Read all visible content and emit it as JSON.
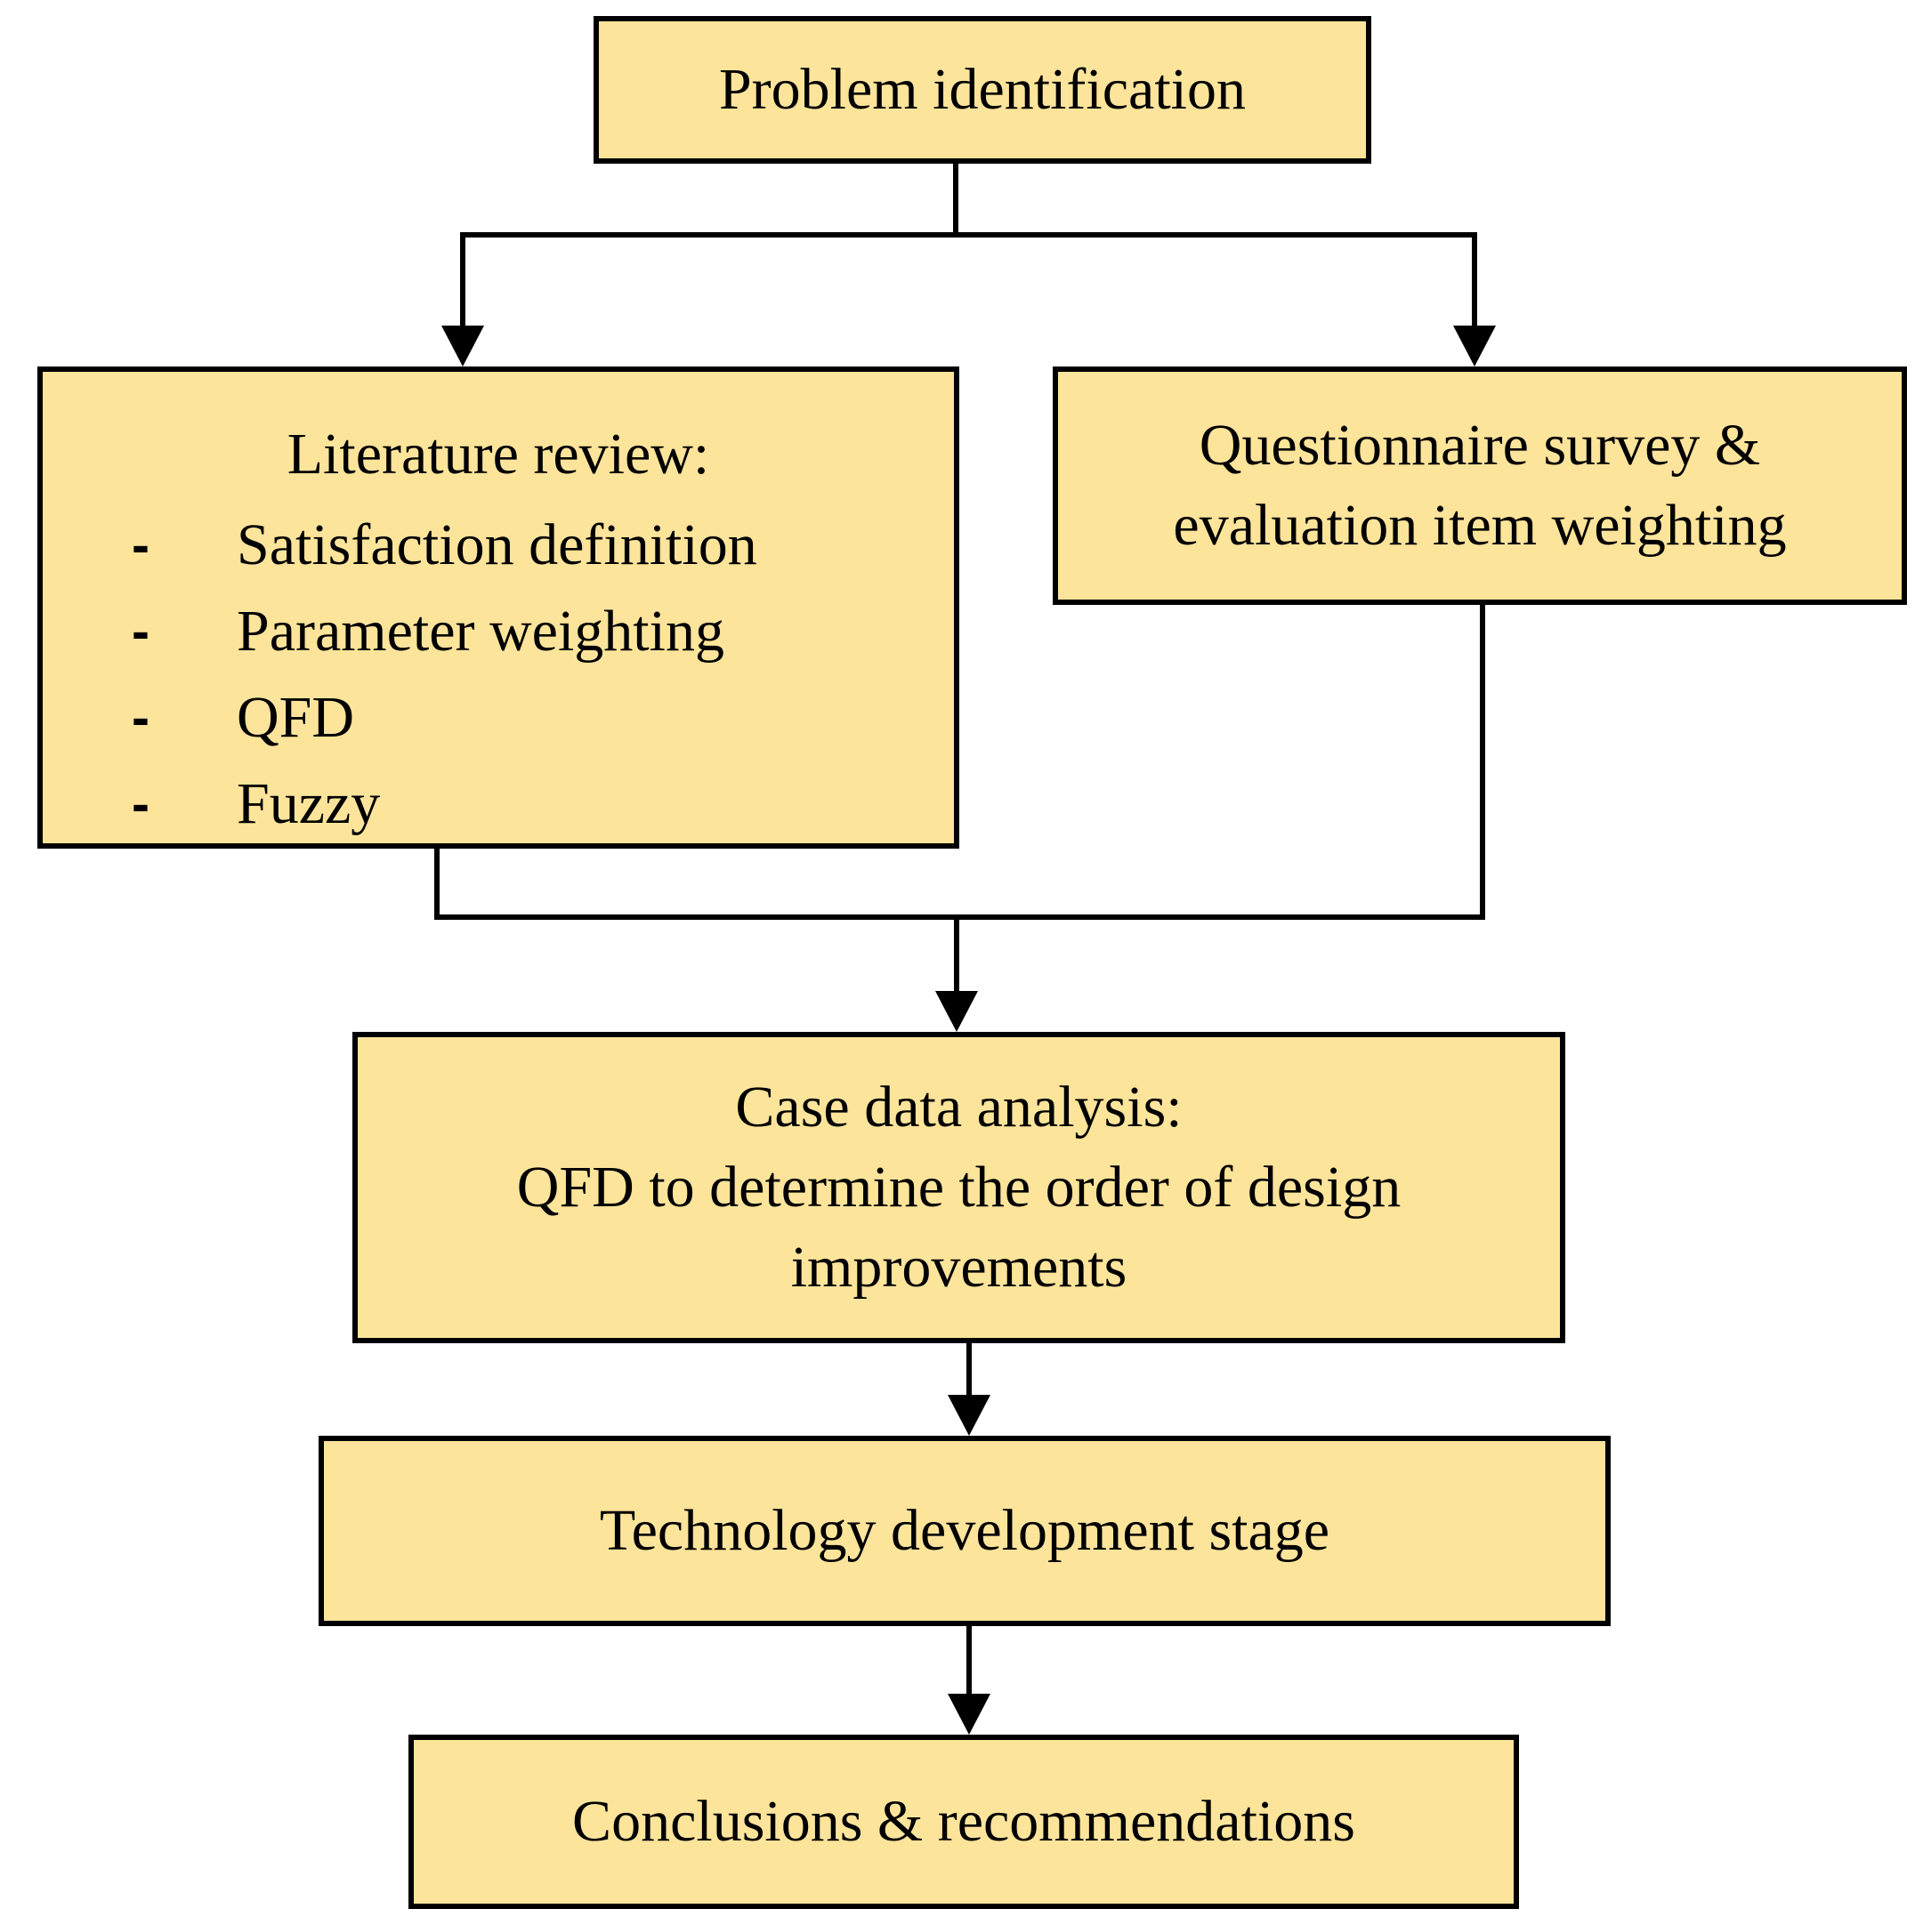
{
  "diagram": {
    "nodes": {
      "problem": {
        "label": "Problem identification"
      },
      "literature": {
        "title": "Literature review:",
        "items": [
          {
            "marker": "-",
            "text": "Satisfaction definition"
          },
          {
            "marker": "-",
            "text": "Parameter weighting"
          },
          {
            "marker": "-",
            "text": "QFD"
          },
          {
            "marker": "-",
            "text": "Fuzzy"
          }
        ]
      },
      "questionnaire": {
        "lines": [
          "Questionnaire survey &",
          "evaluation item weighting"
        ]
      },
      "case": {
        "lines": [
          "Case data analysis:",
          "QFD to determine the order of design",
          "improvements"
        ]
      },
      "technology": {
        "label": "Technology development stage"
      },
      "conclusions": {
        "label": "Conclusions & recommendations"
      }
    },
    "edges": [
      {
        "from": "problem",
        "to": "literature"
      },
      {
        "from": "problem",
        "to": "questionnaire"
      },
      {
        "from": "literature",
        "to": "case"
      },
      {
        "from": "questionnaire",
        "to": "case"
      },
      {
        "from": "case",
        "to": "technology"
      },
      {
        "from": "technology",
        "to": "conclusions"
      }
    ],
    "colors": {
      "box_fill": "#fde49b",
      "stroke": "#000000"
    }
  }
}
